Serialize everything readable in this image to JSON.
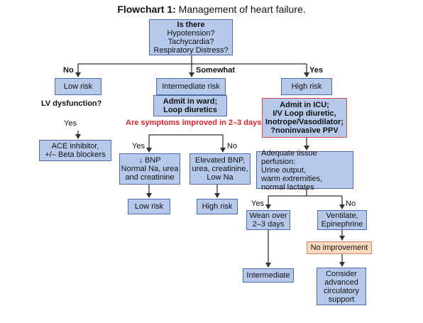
{
  "title": {
    "prefix": "Flowchart 1:",
    "text": "Management of heart failure."
  },
  "nodes": {
    "root": {
      "heading": "Is there",
      "lines": "Hypotension?\nTachycardia?\nRespiratory Distress?"
    },
    "low_risk_1": "Low risk",
    "intermediate_risk": "Intermediate risk",
    "high_risk_1": "High risk",
    "admit_ward": "Admit in ward;\nLoop diuretics",
    "admit_icu": "Admit in ICU;\nI/V Loop diuretic,\nInotrope/Vasodilator;\n?noninvasive PPV",
    "ace": "ACE inhibitor,\n+/– Beta blockers",
    "bnp_low": "↓ BNP\nNormal Na, urea\nand creatinine",
    "bnp_high": "Elevated BNP,\nurea, creatinine,\nLow Na",
    "perfusion": "Adequate tissue perfusion:\nUrine output,\nwarm extremities,\nnormal lactates",
    "low_risk_2": "Low risk",
    "high_risk_2": "High risk",
    "wean": "Wean over\n2–3 days",
    "ventilate": "Ventilate,\nEpinephrine",
    "no_improvement": "No improvement",
    "intermediate": "Intermediate",
    "consider": "Consider\nadvanced\ncirculatory\nsupport"
  },
  "labels": {
    "no_top": "No",
    "somewhat": "Somewhat",
    "yes_top": "Yes",
    "lv_dysfunction": "LV dysfunction?",
    "yes_lv": "Yes",
    "symptoms_question": "Are symptoms improved in 2–3 days",
    "yes_mid": "Yes",
    "no_mid": "No",
    "yes_right": "Yes",
    "no_right": "No"
  }
}
